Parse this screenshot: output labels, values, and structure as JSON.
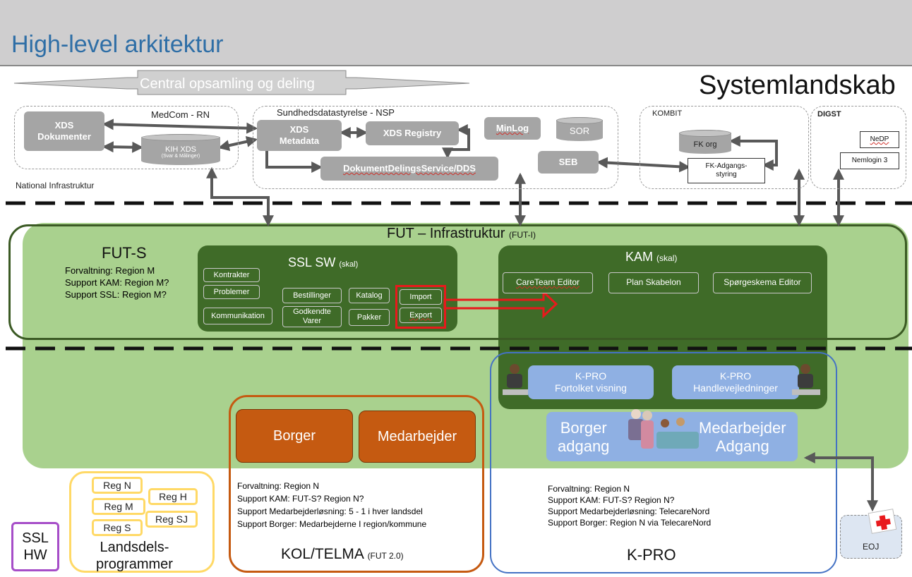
{
  "title": "High-level arkitektur",
  "systemlandskab": "Systemlandskab",
  "central_banner": "Central opsamling og deling",
  "national": {
    "medcom": "MedCom - RN",
    "xds_dok": "XDS\nDokumenter",
    "kih": "KIH XDS",
    "kih_sub": "(Svar & Målinger)",
    "label": "National Infrastruktur"
  },
  "nsp": {
    "label": "Sundhedsdatastyrelse - NSP",
    "xds_meta": "XDS\nMetadata",
    "xds_registry": "XDS Registry",
    "dds": "DokumentDelingsService/DDS",
    "minlog": "MinLog",
    "sor": "SOR",
    "seb": "SEB"
  },
  "kombit": {
    "label": "KOMBIT",
    "fk_org": "FK org",
    "fk_adgang": "FK-Adgangs-\nstyring"
  },
  "digst": {
    "label": "DIGST",
    "nedp": "NeDP",
    "nemlogin": "Nemlogin 3"
  },
  "fut": {
    "title": "FUT – Infrastruktur",
    "title_suffix": "(FUT-I)"
  },
  "futs": {
    "title": "FUT-S",
    "lines": [
      "Forvaltning: Region M",
      "Support KAM: Region M?",
      "Support SSL: Region M?"
    ]
  },
  "ssl": {
    "title": "SSL SW",
    "suffix": "(skal)",
    "kontrakter": "Kontrakter",
    "problemer": "Problemer",
    "kommunikation": "Kommunikation",
    "bestillinger": "Bestillinger",
    "katalog": "Katalog",
    "godkendte": "Godkendte\nVarer",
    "pakker": "Pakker",
    "import": "Import",
    "export": "Export"
  },
  "kam": {
    "title": "KAM",
    "suffix": "(skal)",
    "careteam": "CareTeam Editor",
    "plan": "Plan Skabelon",
    "sporgeskema": "Spørgeskema Editor"
  },
  "kpro": {
    "fortolket": "K-PRO\nFortolket visning",
    "handlevej": "K-PRO\nHandlevejledninger",
    "borger": "Borger\nadgang",
    "medarbejder": "Medarbejder\nAdgang",
    "lines": [
      "Forvaltning: Region N",
      "Support KAM: FUT-S? Region N?",
      "Support Medarbejderløsning: TelecareNord",
      "Support Borger: Region N via TelecareNord"
    ],
    "title": "K-PRO"
  },
  "kol": {
    "borger": "Borger",
    "medarbejder": "Medarbejder",
    "lines": [
      "Forvaltning: Region N",
      "Support KAM: FUT-S? Region N?",
      "Support Medarbejderløsning: 5 - 1 i hver landsdel",
      "Support Borger: Medarbejderne I region/kommune"
    ],
    "title": "KOL/TELMA",
    "suffix": "(FUT 2.0)"
  },
  "landsdel": {
    "regs": [
      "Reg N",
      "Reg M",
      "Reg S",
      "Reg H",
      "Reg SJ"
    ],
    "title": "Landsdels-\nprogrammer"
  },
  "ssl_hw": "SSL\nHW",
  "eoj": "EOJ",
  "colors": {
    "light_green": "#a9d18e",
    "dark_green": "#3f6b28",
    "kpro_blue": "#4472c4",
    "orange": "#c55a11",
    "yellow": "#ffd966",
    "purple": "#a64dc8",
    "red": "#e8191c"
  }
}
